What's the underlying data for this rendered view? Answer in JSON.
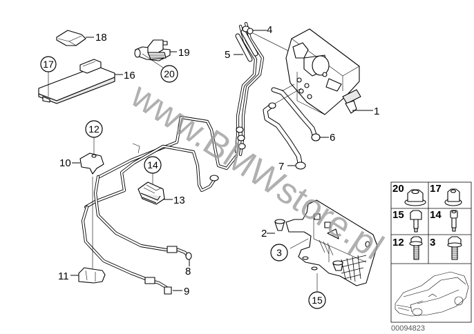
{
  "diagram": {
    "title": "Parts diagram",
    "reference_number": "00094823",
    "watermark": "www.BMWstore.pl",
    "callouts": [
      {
        "id": "1",
        "label": "1",
        "circled": false
      },
      {
        "id": "2",
        "label": "2",
        "circled": false
      },
      {
        "id": "3",
        "label": "3",
        "circled": true
      },
      {
        "id": "4",
        "label": "4",
        "circled": false
      },
      {
        "id": "5",
        "label": "5",
        "circled": false
      },
      {
        "id": "6",
        "label": "6",
        "circled": false
      },
      {
        "id": "7",
        "label": "7",
        "circled": false
      },
      {
        "id": "8",
        "label": "8",
        "circled": false
      },
      {
        "id": "9",
        "label": "9",
        "circled": false
      },
      {
        "id": "10",
        "label": "10",
        "circled": false
      },
      {
        "id": "11",
        "label": "11",
        "circled": false
      },
      {
        "id": "12",
        "label": "12",
        "circled": true
      },
      {
        "id": "13",
        "label": "13",
        "circled": false
      },
      {
        "id": "14",
        "label": "14",
        "circled": true
      },
      {
        "id": "15",
        "label": "15",
        "circled": true
      },
      {
        "id": "16",
        "label": "16",
        "circled": false
      },
      {
        "id": "17",
        "label": "17",
        "circled": true
      },
      {
        "id": "18",
        "label": "18",
        "circled": false
      },
      {
        "id": "19",
        "label": "19",
        "circled": false
      },
      {
        "id": "20",
        "label": "20",
        "circled": true
      }
    ],
    "fastener_kit": {
      "cells": [
        {
          "label": "20",
          "part": "flange-nut"
        },
        {
          "label": "17",
          "part": "hex-nut"
        },
        {
          "label": "15",
          "part": "shoulder-bolt"
        },
        {
          "label": "14",
          "part": "socket-bolt"
        },
        {
          "label": "12",
          "part": "flange-bolt"
        },
        {
          "label": "3",
          "part": "hex-bolt"
        }
      ],
      "vehicle_preview": "car-outline"
    }
  }
}
